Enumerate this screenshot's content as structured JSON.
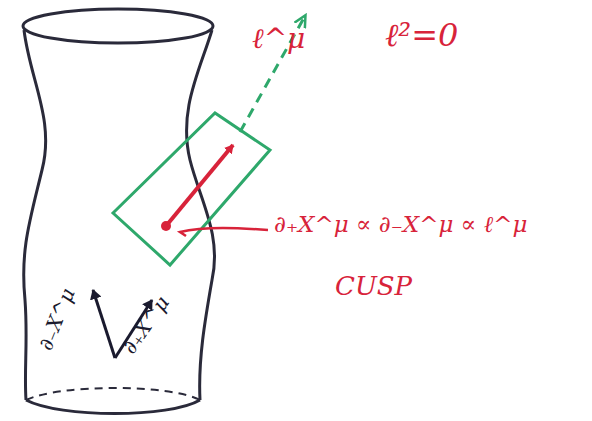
{
  "diagram": {
    "labels": [
      "ℓ^μ",
      "ℓ²=0",
      "∂₊X^μ ∝ ∂₋X^μ ∝ ℓ^μ",
      "CUSP",
      "∂₋X^μ",
      "∂₊X^μ"
    ]
  }
}
